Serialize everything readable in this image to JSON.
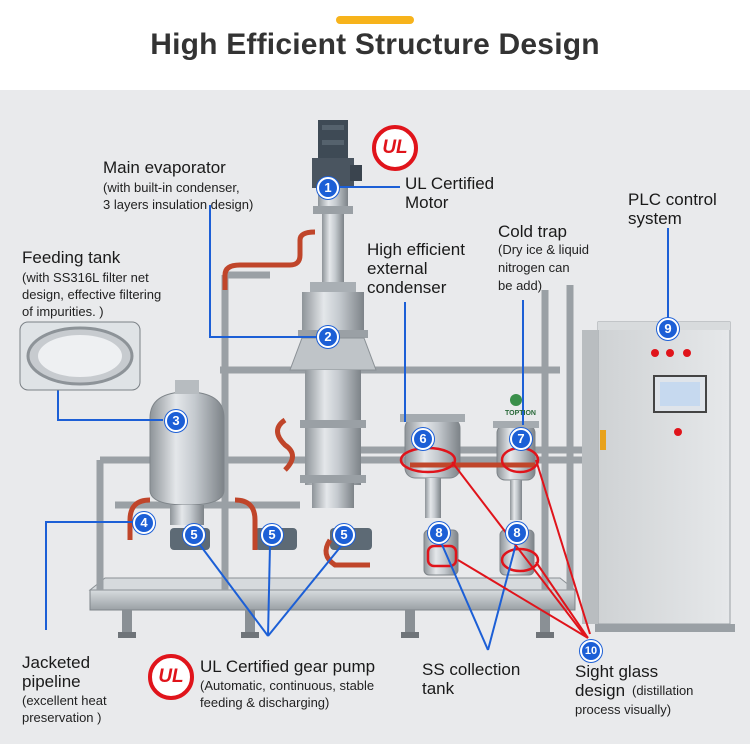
{
  "header": {
    "title": "High Efficient Structure Design",
    "accent_color": "#f7b31b"
  },
  "ul_logo": {
    "text": "UL",
    "color": "#e0141b"
  },
  "badges": [
    "1",
    "2",
    "3",
    "4",
    "5",
    "5",
    "5",
    "6",
    "7",
    "8",
    "8",
    "9",
    "10"
  ],
  "labels": {
    "motor": {
      "title": "UL Certified\nMotor"
    },
    "main_evaporator": {
      "title": "Main evaporator",
      "sub1": "(with built-in condenser,",
      "sub2": "3 layers insulation design)"
    },
    "feeding_tank": {
      "title": "Feeding tank",
      "sub1": "(with SS316L filter net",
      "sub2": "design, effective filtering",
      "sub3": "of impurities. )"
    },
    "condenser": {
      "line1": "High efficient",
      "line2": "external",
      "line3": "condenser"
    },
    "cold_trap": {
      "title": "Cold trap",
      "sub1": "(Dry ice & liquid",
      "sub2": "nitrogen can",
      "sub3": "be add)"
    },
    "plc": {
      "line1": "PLC control",
      "line2": "system"
    },
    "jacketed": {
      "line1": "Jacketed",
      "line2": "pipeline",
      "sub1": "(excellent heat",
      "sub2": "preservation )"
    },
    "gear_pump": {
      "title": "UL Certified gear pump",
      "sub1": "(Automatic, continuous, stable",
      "sub2": "feeding & discharging)"
    },
    "collection": {
      "line1": "SS collection",
      "line2": "tank"
    },
    "sight_glass": {
      "line1": "Sight glass",
      "line2": "design",
      "line2_sub": "(distillation",
      "sub2": "process visually)"
    }
  },
  "equipment_brand": "TOPTION",
  "colors": {
    "badge": "#1c5fd6",
    "leader_blue": "#1c5fd6",
    "leader_red": "#e0141b",
    "steel": "#c4c8cc",
    "heating_pipe": "#c0452a"
  }
}
